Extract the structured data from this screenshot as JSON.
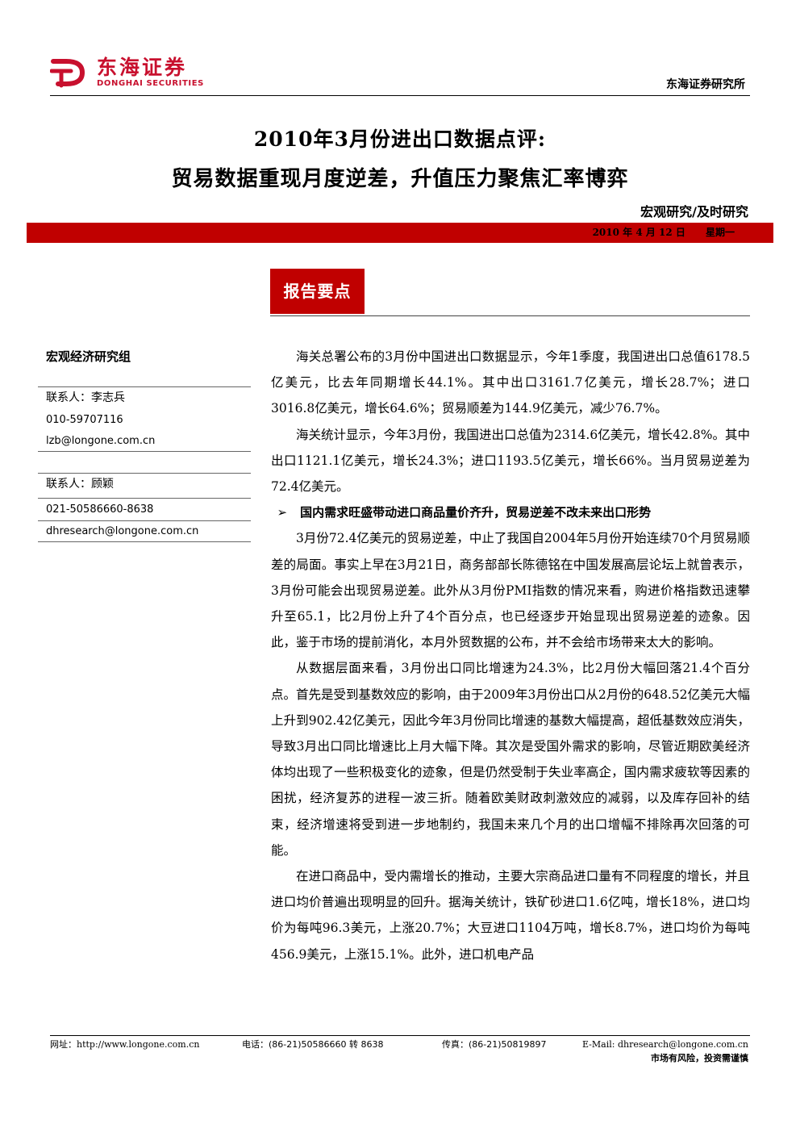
{
  "header": {
    "logo_cn": "东海证券",
    "logo_en": "DONGHAI SECURITIES",
    "institute": "东海证券研究所",
    "title_line1": "2010年3月份进出口数据点评:",
    "title_line2": "贸易数据重现月度逆差，升值压力聚焦汇率博弈",
    "category": "宏观研究/及时研究",
    "date": "2010 年 4 月 12 日",
    "weekday": "星期一",
    "accent_color": "#c00000"
  },
  "summary_label": "报告要点",
  "sidebar": {
    "group": "宏观经济研究组",
    "contacts": [
      {
        "name": "联系人：李志兵",
        "phone": "010-59707116",
        "email": "lzb@longone.com.cn"
      },
      {
        "name": "联系人：顾颖",
        "phone": "021-50586660-8638",
        "email": "dhresearch@longone.com.cn"
      }
    ]
  },
  "body": {
    "p1": "海关总署公布的3月份中国进出口数据显示，今年1季度，我国进出口总值6178.5亿美元，比去年同期增长44.1%。其中出口3161.7亿美元，增长28.7%；进口3016.8亿美元，增长64.6%；贸易顺差为144.9亿美元，减少76.7%。",
    "p2": "海关统计显示，今年3月份，我国进出口总值为2314.6亿美元，增长42.8%。其中出口1121.1亿美元，增长24.3%；进口1193.5亿美元，增长66%。当月贸易逆差为72.4亿美元。",
    "bullet1": "国内需求旺盛带动进口商品量价齐升，贸易逆差不改未来出口形势",
    "p3": "3月份72.4亿美元的贸易逆差，中止了我国自2004年5月份开始连续70个月贸易顺差的局面。事实上早在3月21日，商务部部长陈德铭在中国发展高层论坛上就曾表示，3月份可能会出现贸易逆差。此外从3月份PMI指数的情况来看，购进价格指数迅速攀升至65.1，比2月份上升了4个百分点，也已经逐步开始显现出贸易逆差的迹象。因此，鉴于市场的提前消化，本月外贸数据的公布，并不会给市场带来太大的影响。",
    "p4": "从数据层面来看，3月份出口同比增速为24.3%，比2月份大幅回落21.4个百分点。首先是受到基数效应的影响，由于2009年3月份出口从2月份的648.52亿美元大幅上升到902.42亿美元，因此今年3月份同比增速的基数大幅提高，超低基数效应消失，导致3月出口同比增速比上月大幅下降。其次是受国外需求的影响，尽管近期欧美经济体均出现了一些积极变化的迹象，但是仍然受制于失业率高企，国内需求疲软等因素的困扰，经济复苏的进程一波三折。随着欧美财政刺激效应的减弱，以及库存回补的结束，经济增速将受到进一步地制约，我国未来几个月的出口增幅不排除再次回落的可能。",
    "p5": "在进口商品中，受内需增长的推动，主要大宗商品进口量有不同程度的增长，并且进口均价普遍出现明显的回升。据海关统计，铁矿砂进口1.6亿吨，增长18%，进口均价为每吨96.3美元，上涨20.7%；大豆进口1104万吨，增长8.7%，进口均价为每吨456.9美元，上涨15.1%。此外，进口机电产品"
  },
  "footer": {
    "web_label": "网址：",
    "web": "http://www.longone.com.cn",
    "tel_label": "电话：",
    "tel": "(86-21)50586660 转 8638",
    "fax_label": "传真：",
    "fax": "(86-21)50819897",
    "email_label": "E-Mail: ",
    "email": "dhresearch@longone.com.cn",
    "risk": "市场有风险，投资需谨慎"
  }
}
